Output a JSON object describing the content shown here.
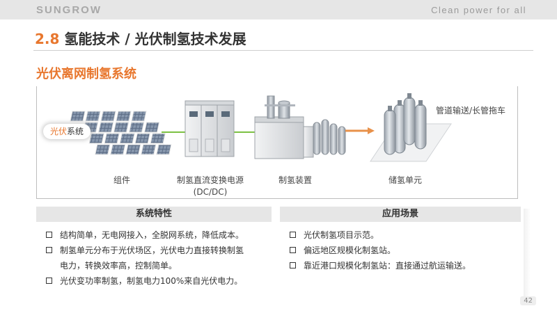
{
  "header": {
    "logo": "SUNGROW",
    "tagline": "Clean power for all"
  },
  "slide": {
    "number": "2.8",
    "title": "氢能技术 / 光伏制氢技术发展",
    "section": "光伏离网制氢系统"
  },
  "diagram": {
    "pv_tag_prefix": "光伏",
    "pv_tag_suffix": "系统",
    "labels": {
      "modules": "组件",
      "converter_line1": "制氢直流变换电源",
      "converter_line2": "(DC/DC)",
      "electrolyzer": "制氢装置",
      "storage": "储氢单元",
      "transport": "管道输送/长管拖车"
    },
    "arrow_color": "#e8914a",
    "line_color": "#7cc142"
  },
  "features": {
    "title": "系统特性",
    "items": [
      "结构简单，无电网接入，全脱网系统，降低成本。",
      "制氢单元分布于光伏场区，光伏电力直接转换制氢",
      "电力，转换效率高，控制简单。",
      "光伏变功率制氢，制氢电力100%来自光伏电力。"
    ]
  },
  "applications": {
    "title": "应用场景",
    "items": [
      "光伏制氢项目示范。",
      "偏远地区规模化制氢站。",
      "靠近港口规模化制氢站：直接通过航运输送。"
    ]
  },
  "page_number": "42",
  "colors": {
    "accent": "#e8772e",
    "header_bg": "#e6e6e6"
  }
}
